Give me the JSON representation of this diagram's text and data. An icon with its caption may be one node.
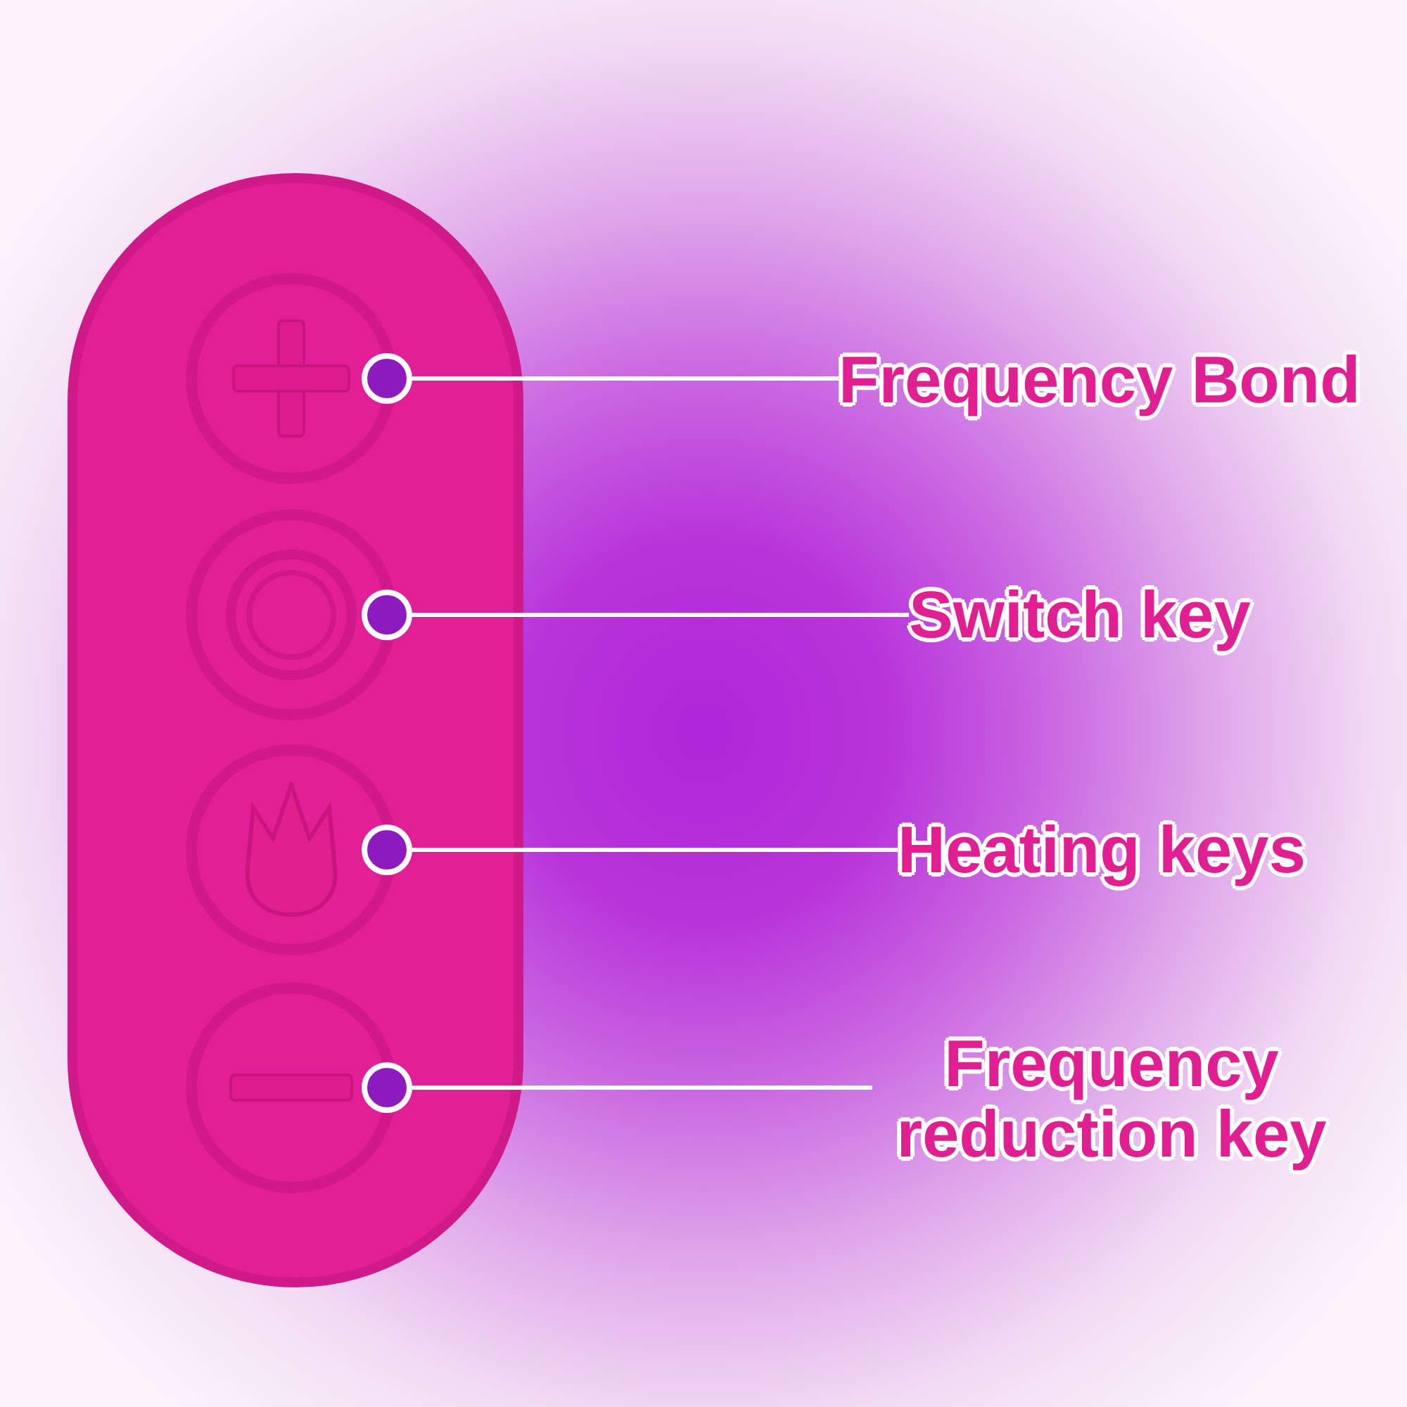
{
  "diagram": {
    "nodes": [
      {
        "text": [],
        "shape": "box"
      },
      {
        "text": [],
        "shape": "circle",
        "in": 0
      },
      {
        "text": [],
        "shape": "circle",
        "in": 0
      },
      {
        "text": [],
        "shape": "circle",
        "in": 0
      },
      {
        "text": [],
        "shape": "circle",
        "in": 0
      },
      {
        "text": [
          "Frequency Bond"
        ]
      },
      {
        "text": [
          "Switch key"
        ]
      },
      {
        "text": [
          "Heating keys"
        ]
      },
      {
        "text": [
          "Frequency reduction key"
        ]
      }
    ],
    "edges": [
      {
        "from": 5,
        "to": 1,
        "arrow": "other"
      },
      {
        "from": 6,
        "to": 2,
        "arrow": "other"
      },
      {
        "from": 7,
        "to": 3,
        "arrow": "other"
      },
      {
        "from": 8,
        "to": 4,
        "arrow": "other"
      }
    ]
  }
}
